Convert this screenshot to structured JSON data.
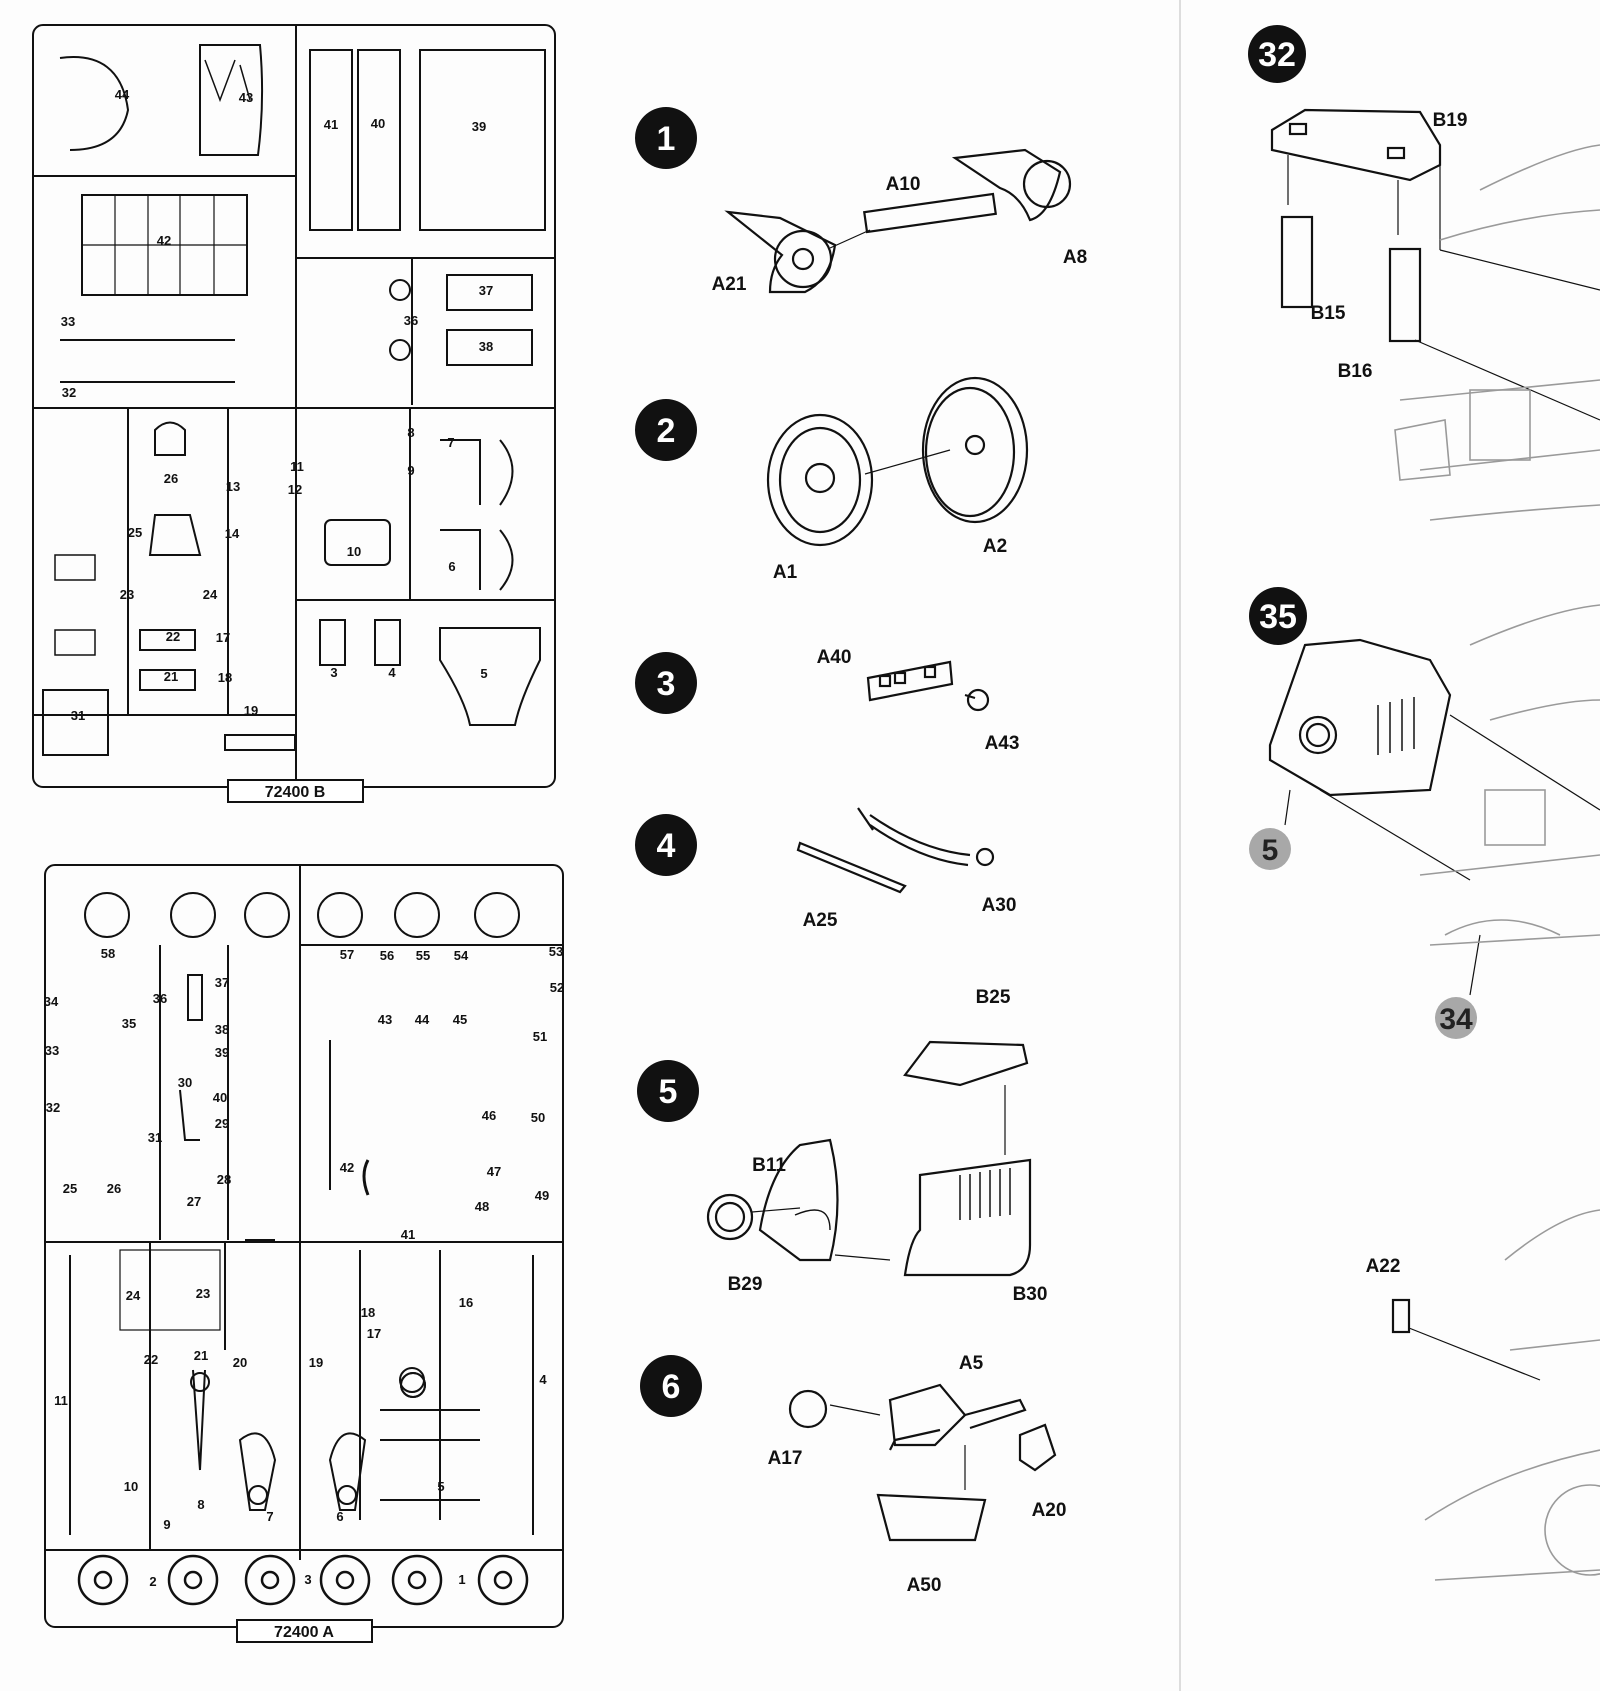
{
  "sprues": [
    {
      "id": "sprue-b",
      "label": "72400 B",
      "parts": [
        "44",
        "43",
        "41",
        "40",
        "39",
        "42",
        "33",
        "32",
        "37",
        "38",
        "36",
        "8",
        "7",
        "9",
        "11",
        "12",
        "13",
        "26",
        "25",
        "14",
        "10",
        "6",
        "23",
        "24",
        "22",
        "17",
        "21",
        "18",
        "31",
        "19",
        "3",
        "4",
        "5"
      ]
    },
    {
      "id": "sprue-a",
      "label": "72400 A",
      "parts": [
        "58",
        "57",
        "56",
        "55",
        "54",
        "53",
        "52",
        "34",
        "35",
        "36",
        "37",
        "38",
        "39",
        "33",
        "30",
        "32",
        "31",
        "40",
        "29",
        "28",
        "26",
        "25",
        "27",
        "43",
        "44",
        "45",
        "51",
        "46",
        "50",
        "42",
        "47",
        "48",
        "49",
        "41",
        "24",
        "23",
        "18",
        "16",
        "22",
        "21",
        "20",
        "19",
        "17",
        "11",
        "10",
        "9",
        "8",
        "7",
        "6",
        "5",
        "4",
        "2",
        "3",
        "1"
      ]
    }
  ],
  "steps": [
    {
      "number": "1",
      "parts": [
        "A10",
        "A21",
        "A8"
      ]
    },
    {
      "number": "2",
      "parts": [
        "A1",
        "A2"
      ]
    },
    {
      "number": "3",
      "parts": [
        "A40",
        "A43"
      ]
    },
    {
      "number": "4",
      "parts": [
        "A25",
        "A30"
      ]
    },
    {
      "number": "5",
      "parts": [
        "B25",
        "B11",
        "B29",
        "B30"
      ]
    },
    {
      "number": "6",
      "parts": [
        "A5",
        "A17",
        "A20",
        "A50"
      ]
    },
    {
      "number": "32",
      "parts": [
        "B19",
        "B15",
        "B16"
      ]
    },
    {
      "number": "35",
      "parts": [
        "5",
        "34"
      ]
    },
    {
      "number": "",
      "parts": [
        "A22"
      ]
    }
  ],
  "colors": {
    "ink": "#111111",
    "paper": "#fdfdfd",
    "badge": "#111111",
    "grey_badge": "#a8a8a8"
  }
}
